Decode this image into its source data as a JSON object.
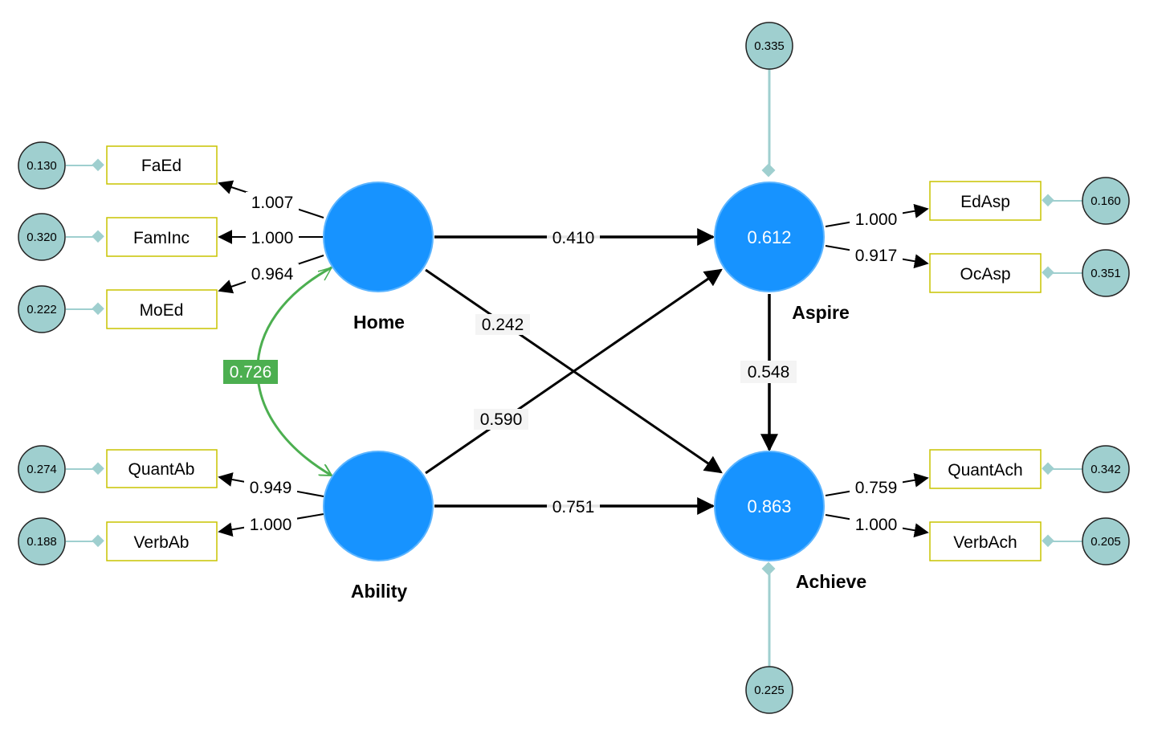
{
  "colors": {
    "latent_fill": "#1793ff",
    "latent_stroke": "#5bb4ff",
    "indicator_stroke": "#c8c400",
    "error_fill": "#9fcfcf",
    "error_connector": "#9fcfcf",
    "correlation": "#4caf50",
    "path": "#000000"
  },
  "latents": {
    "home": {
      "name": "Home",
      "value": ""
    },
    "ability": {
      "name": "Ability",
      "value": ""
    },
    "aspire": {
      "name": "Aspire",
      "value": "0.612"
    },
    "achieve": {
      "name": "Achieve",
      "value": "0.863"
    }
  },
  "indicators": {
    "faed": {
      "name": "FaEd",
      "loading": "1.007",
      "error": "0.130"
    },
    "faminc": {
      "name": "FamInc",
      "loading": "1.000",
      "error": "0.320"
    },
    "moed": {
      "name": "MoEd",
      "loading": "0.964",
      "error": "0.222"
    },
    "quantab": {
      "name": "QuantAb",
      "loading": "0.949",
      "error": "0.274"
    },
    "verbab": {
      "name": "VerbAb",
      "loading": "1.000",
      "error": "0.188"
    },
    "edasp": {
      "name": "EdAsp",
      "loading": "1.000",
      "error": "0.160"
    },
    "ocasp": {
      "name": "OcAsp",
      "loading": "0.917",
      "error": "0.351"
    },
    "quantach": {
      "name": "QuantAch",
      "loading": "0.759",
      "error": "0.342"
    },
    "verbach": {
      "name": "VerbAch",
      "loading": "1.000",
      "error": "0.205"
    }
  },
  "structural_errors": {
    "aspire": "0.335",
    "achieve": "0.225"
  },
  "paths": {
    "home_aspire": "0.410",
    "home_achieve": "0.242",
    "ability_aspire": "0.590",
    "ability_achieve": "0.751",
    "aspire_achieve": "0.548"
  },
  "correlation": {
    "home_ability": "0.726"
  }
}
